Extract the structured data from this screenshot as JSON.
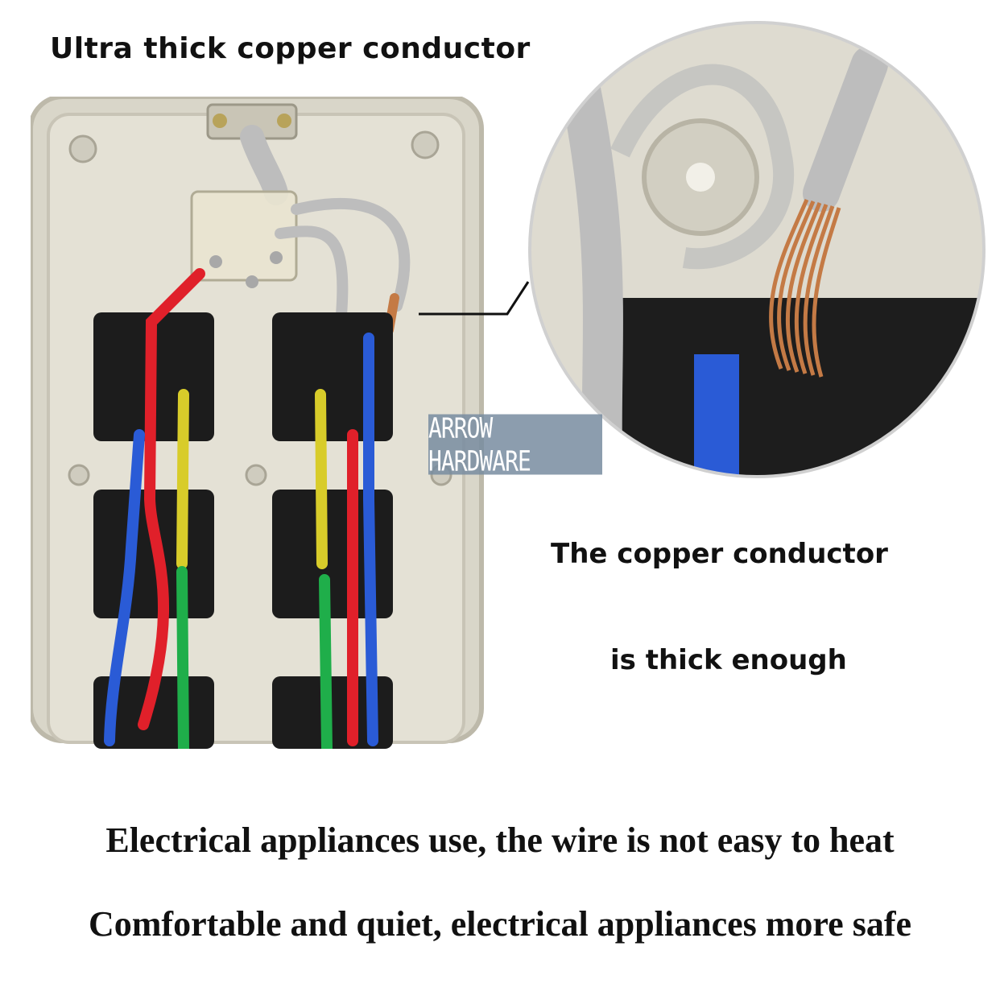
{
  "title": "Ultra thick copper conductor",
  "callout": {
    "line1": "The copper conductor",
    "line2": "is thick enough"
  },
  "bottom": {
    "line1": "Electrical appliances use, the wire is not easy to heat",
    "line2": "Comfortable and quiet, electrical appliances more safe"
  },
  "watermark": "ARROW HARDWARE",
  "colors": {
    "housing": "#d9d6c9",
    "socket": "#1c1c1c",
    "red_wire": "#e0202a",
    "blue_wire": "#2a5bd6",
    "green_wire": "#1fae4a",
    "yellow_wire": "#d8cc2a",
    "copper": "#c47a45",
    "grey_cable": "#bdbdbd"
  }
}
